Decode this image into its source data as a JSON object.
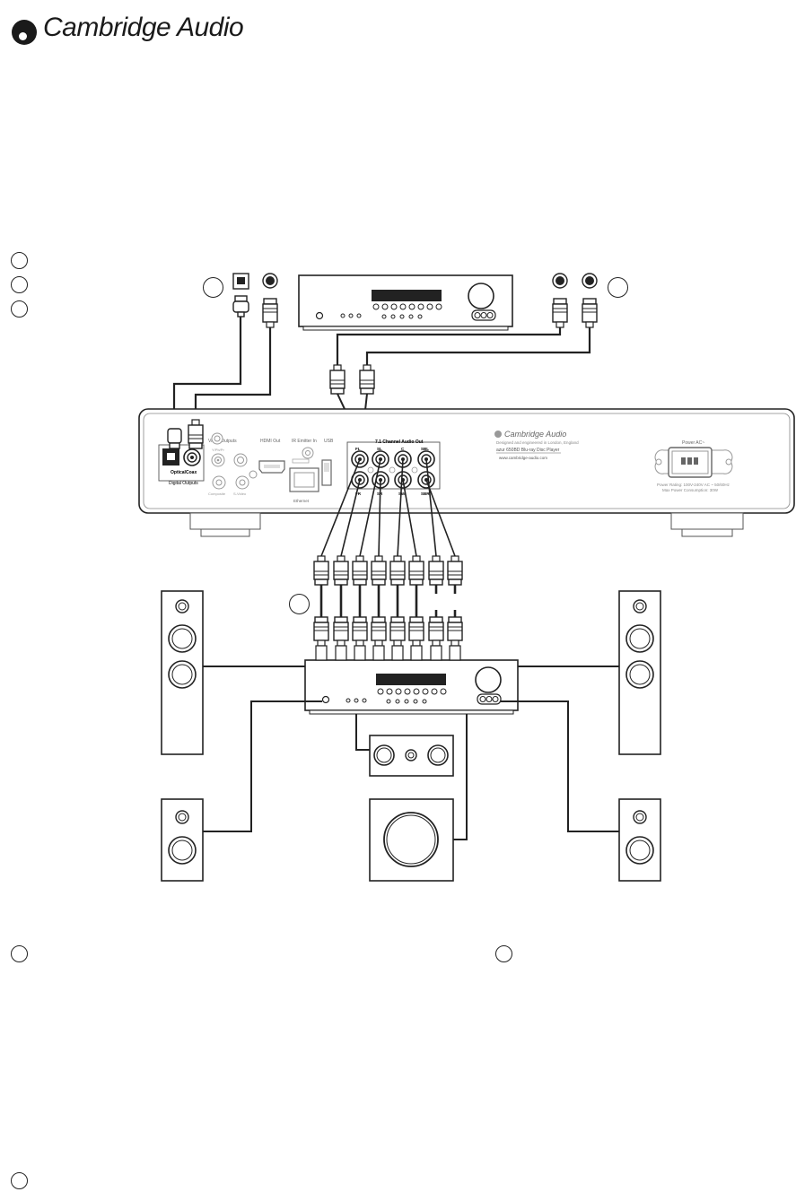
{
  "brand": {
    "name": "Cambridge Audio"
  },
  "player": {
    "brand_label": "Cambridge Audio",
    "tagline": "Designed and engineered in London, England",
    "model": "azur 650BD Blu-ray Disc Player",
    "url": "www.cambridge-audio.com",
    "power_in_label": "Power AC~",
    "power_rating": "Power Rating: 100V-240V AC ~ 50/60Hz",
    "power_consumption": "Max Power Consumption: 30W",
    "sections": {
      "video_outputs": "Video Outputs",
      "hdmi_out": "HDMI Out",
      "ir_emitter": "IR Emitter In",
      "usb": "USB",
      "multichannel": "7.1 Channel Audio Out",
      "ethernet": "Ethernet",
      "digital_outputs": "Digital Outputs"
    },
    "jacks": {
      "optical": "Optical",
      "coax": "Coax",
      "ypbpr": "Y/Pb/Pr",
      "composite": "Composite",
      "svideo": "S-Video",
      "fl": "FL",
      "fr": "FR",
      "sl": "SL",
      "sr": "SR",
      "c": "C",
      "sub": "SW",
      "sbl": "SBL",
      "sbr": "SBR"
    }
  },
  "icons": [
    "callout-circle-icon",
    "toslink-port-icon",
    "rca-port-icon",
    "speaker-icon",
    "subwoofer-icon",
    "receiver-icon"
  ]
}
